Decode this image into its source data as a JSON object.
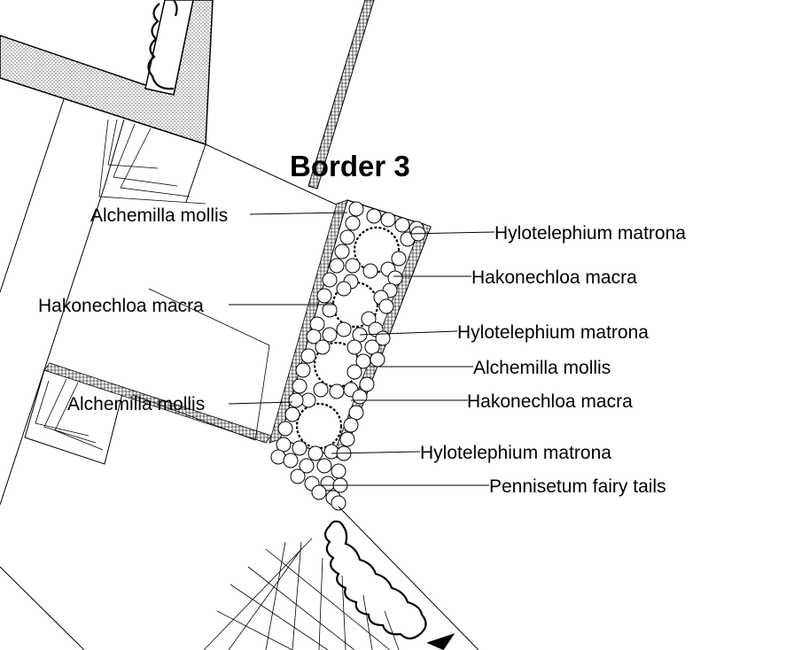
{
  "title": "Border 3",
  "labels": [
    "Alchemilla mollis",
    "Hylotelephium matrona",
    "Hakonechloa macra",
    "Hakonechloa macra",
    "Hylotelephium matrona",
    "Alchemilla mollis",
    "Hakonechloa macra",
    "Alchemilla mollis",
    "Hylotelephium matrona",
    "Pennisetum fairy tails"
  ]
}
